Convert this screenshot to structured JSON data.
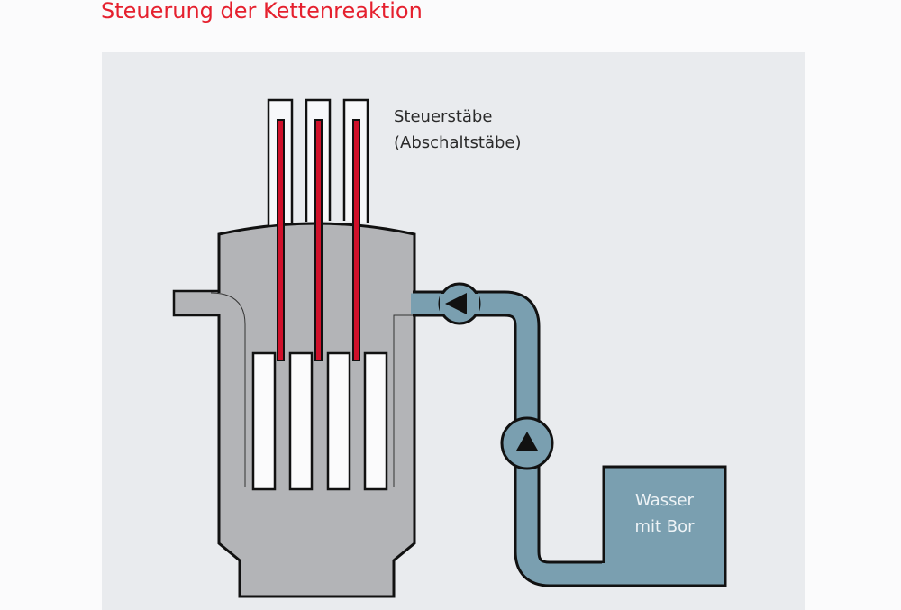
{
  "title": "Steuerung der Kettenreaktion",
  "labels": {
    "control_rods_line1": "Steuerstäbe",
    "control_rods_line2": "(Abschaltstäbe)",
    "tank_line1": "Wasser",
    "tank_line2": "mit Bor"
  },
  "colors": {
    "title": "#e5202e",
    "vessel": "#b3b4b7",
    "water_boron": "#7a9fb0",
    "control_rod": "#d0102a",
    "background": "#e9ebee"
  }
}
